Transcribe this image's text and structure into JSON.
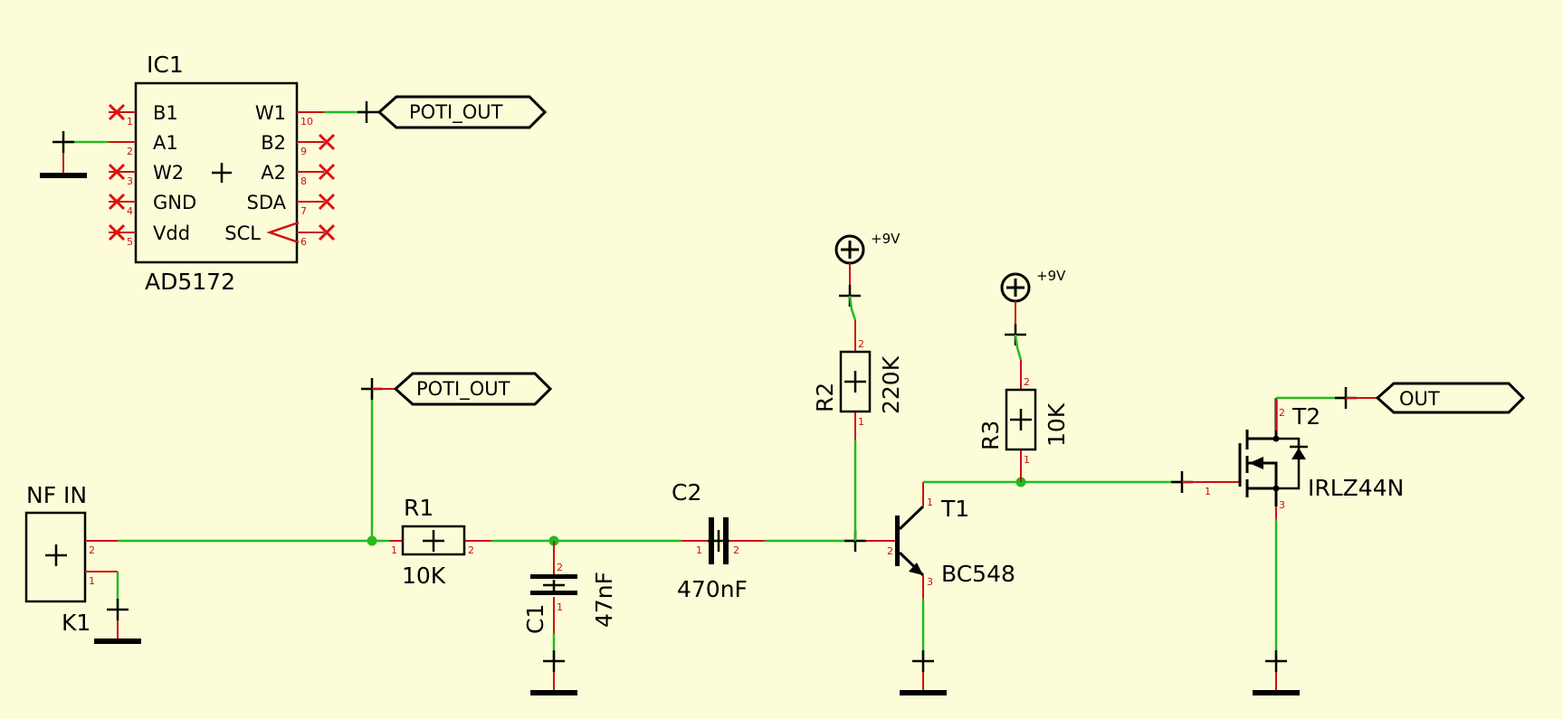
{
  "colors": {
    "background": "#fcfcd8",
    "wire": "#22bb22",
    "pin": "#cc1111",
    "body": "#000000",
    "nc_marker": "#dd1111"
  },
  "ic1": {
    "ref": "IC1",
    "value": "AD5172",
    "left_pins": [
      {
        "name": "B1",
        "number": "1"
      },
      {
        "name": "A1",
        "number": "2"
      },
      {
        "name": "W2",
        "number": "3"
      },
      {
        "name": "GND",
        "number": "4"
      },
      {
        "name": "Vdd",
        "number": "5"
      }
    ],
    "right_pins": [
      {
        "name": "W1",
        "number": "10"
      },
      {
        "name": "B2",
        "number": "9"
      },
      {
        "name": "A2",
        "number": "8"
      },
      {
        "name": "SDA",
        "number": "7"
      },
      {
        "name": "SCL",
        "number": "6"
      }
    ]
  },
  "net_labels": {
    "poti_out_top": "POTI_OUT",
    "poti_out_mid": "POTI_OUT",
    "out": "OUT"
  },
  "k1": {
    "ref": "K1",
    "value": "NF IN",
    "pin_a": "2",
    "pin_b": "1"
  },
  "r1": {
    "ref": "R1",
    "value": "10K",
    "pin_a": "1",
    "pin_b": "2"
  },
  "c1": {
    "ref": "C1",
    "value": "47nF",
    "pin_a": "2",
    "pin_b": "1"
  },
  "c2": {
    "ref": "C2",
    "value": "470nF",
    "pin_a": "1",
    "pin_b": "2"
  },
  "r2": {
    "ref": "R2",
    "value": "220K",
    "pin_a": "2",
    "pin_b": "1"
  },
  "r3": {
    "ref": "R3",
    "value": "10K",
    "pin_a": "2",
    "pin_b": "1"
  },
  "t1": {
    "ref": "T1",
    "value": "BC548",
    "pin_c": "1",
    "pin_b": "2",
    "pin_e": "3"
  },
  "t2": {
    "ref": "T2",
    "value": "IRLZ44N",
    "pin_g": "1",
    "pin_d": "2",
    "pin_s": "3"
  },
  "power": {
    "vcc_r2": "+9V",
    "vcc_r3": "+9V"
  }
}
